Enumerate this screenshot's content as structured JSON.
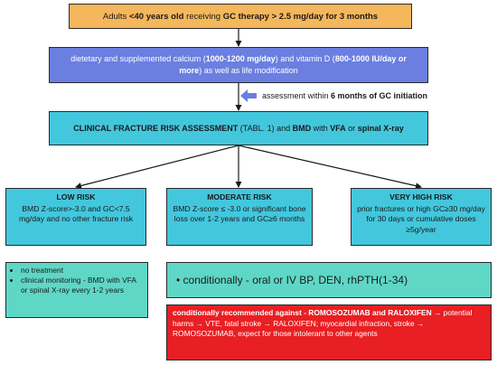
{
  "top_box": {
    "p1": "Adults ",
    "b1": "<40 years old",
    "p2": " receiving ",
    "b2": "GC therapy",
    "p3": " ",
    "b3": "> 2.5 mg/day for 3 months"
  },
  "calcium_box": {
    "p1": "dietetary and supplemented calcium (",
    "b1": "1000-1200 mg/day",
    "p2": ") and vitamin D (",
    "b2": "800-1000 IU/day or more",
    "p3": ") as well as life modification"
  },
  "assessment_note": {
    "p1": "assessment within ",
    "b1": "6 months of GC initiation"
  },
  "fracture_box": {
    "b1": "CLINICAL FRACTURE RISK ASSESSMENT",
    "p1": " (TABL. 1) and ",
    "b2": "BMD",
    "p2": " with ",
    "b3": "VFA",
    "p3": " or ",
    "b4": "spinal X-ray"
  },
  "low_risk": {
    "title": "LOW RISK",
    "body": "BMD Z-score>-3.0 and GC<7.5 mg/day and no other fracture risk"
  },
  "moderate_risk": {
    "title": "MODERATE RISK",
    "body": "BMD Z-score ≤ -3.0 or significant bone loss over 1-2 years and GC≥6 months"
  },
  "very_high_risk": {
    "title": "VERY HIGH RISK",
    "body": "prior fractures or high GC≥30 mg/day for 30 days or cumulative doses ≥5g/year"
  },
  "low_treatment": {
    "items": [
      "no treatment",
      "clinical monitoring - BMD with VFA or spinal X-ray every 1-2 years"
    ]
  },
  "conditional": {
    "text": "• conditionally -  oral or IV BP, DEN, rhPTH(1-34)"
  },
  "against": {
    "b1": "conditionally recommended against - ROMOSOZUMAB and RALOXIFEN",
    "p1": " → potential harms → VTE, fatal stroke → RALOXIFEN; myocardial infraction, stroke → ROMOSOZUMAB, expect for those intolerant to other agents"
  },
  "colors": {
    "top": "#f4b75b",
    "calcium": "#6a7fe0",
    "assessment": "#43c7dd",
    "treatment": "#5fd7c6",
    "against": "#e81f23",
    "arrow_accent": "#6a7fe0"
  }
}
